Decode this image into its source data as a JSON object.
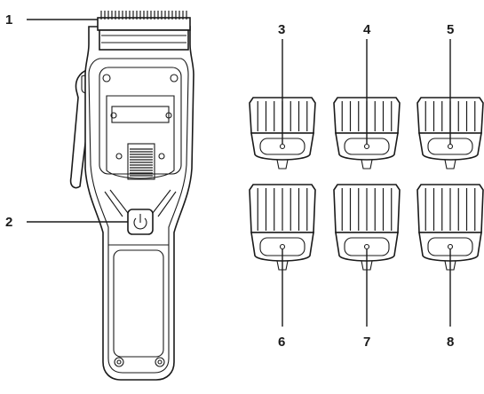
{
  "figure": {
    "parts": [
      {
        "number": "1",
        "target": "blade"
      },
      {
        "number": "2",
        "target": "power-button"
      },
      {
        "number": "3",
        "target": "comb-guide"
      },
      {
        "number": "4",
        "target": "comb-guide"
      },
      {
        "number": "5",
        "target": "comb-guide"
      },
      {
        "number": "6",
        "target": "comb-guide"
      },
      {
        "number": "7",
        "target": "comb-guide"
      },
      {
        "number": "8",
        "target": "comb-guide"
      }
    ],
    "icons": {
      "power": "power-icon"
    }
  }
}
